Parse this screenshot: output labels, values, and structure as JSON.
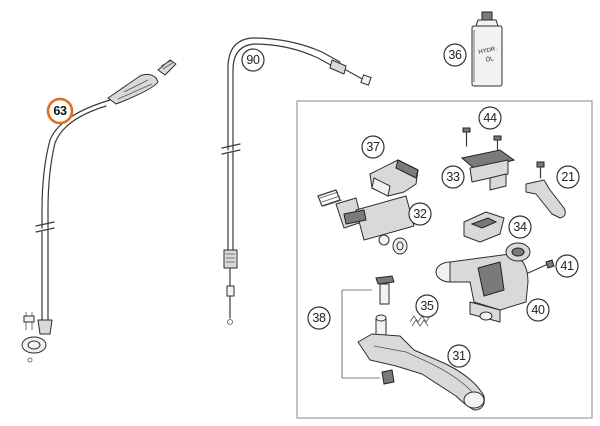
{
  "diagram": {
    "highlight_color": "#e36b1d",
    "callouts": [
      {
        "id": "63",
        "label": "63",
        "highlighted": true
      },
      {
        "id": "90",
        "label": "90",
        "highlighted": false
      },
      {
        "id": "36",
        "label": "36",
        "highlighted": false
      },
      {
        "id": "44",
        "label": "44",
        "highlighted": false
      },
      {
        "id": "37",
        "label": "37",
        "highlighted": false
      },
      {
        "id": "33",
        "label": "33",
        "highlighted": false
      },
      {
        "id": "21",
        "label": "21",
        "highlighted": false
      },
      {
        "id": "32",
        "label": "32",
        "highlighted": false
      },
      {
        "id": "34",
        "label": "34",
        "highlighted": false
      },
      {
        "id": "41",
        "label": "41",
        "highlighted": false
      },
      {
        "id": "40",
        "label": "40",
        "highlighted": false
      },
      {
        "id": "35",
        "label": "35",
        "highlighted": false
      },
      {
        "id": "38",
        "label": "38",
        "highlighted": false
      },
      {
        "id": "31",
        "label": "31",
        "highlighted": false
      }
    ],
    "bottle_label": {
      "line1": "HYDR.",
      "line2": "ÖL"
    }
  }
}
